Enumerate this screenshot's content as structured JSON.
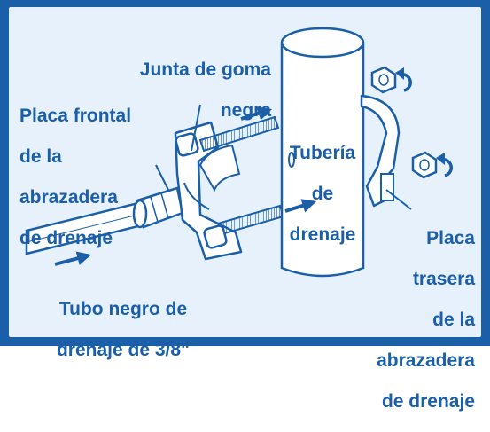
{
  "colors": {
    "accent": "#1a5fa8",
    "panel_background": "#e7f1fb",
    "line": "#1a5fa8",
    "part_fill": "#ffffff"
  },
  "icons": [
    "nut-icon",
    "rotate-arrow-icon",
    "direction-arrow-icon"
  ],
  "labels": {
    "rubber_gasket": {
      "line1": "Junta de goma",
      "line2": "negra"
    },
    "front_plate": {
      "line1": "Placa frontal",
      "line2": "de la",
      "line3": "abrazadera",
      "line4": "de drenaje"
    },
    "drain_pipe": {
      "line1": "Tubería",
      "line2": "de",
      "line3": "drenaje"
    },
    "rear_plate": {
      "line1": "Placa",
      "line2": "trasera",
      "line3": "de la",
      "line4": "abrazadera",
      "line5": "de drenaje"
    },
    "black_tube": {
      "line1": "Tubo negro de",
      "line2": "drenaje de 3/8\""
    }
  }
}
